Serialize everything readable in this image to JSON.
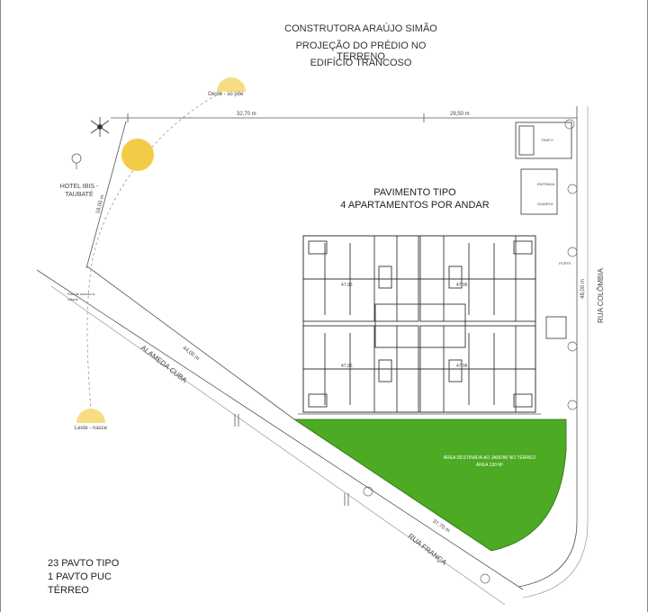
{
  "header": {
    "company": "CONSTRUTORA ARAÚJO SIMÃO",
    "subtitle": "PROJEÇÃO DO PRÉDIO NO TERRENO",
    "building": "EDIFÍCIO TRANCOSO"
  },
  "plan_title": {
    "line1": "PAVIMENTO TIPO",
    "line2": "4 APARTAMENTOS POR ANDAR"
  },
  "sun": {
    "west": "Oeste - so pôe",
    "east": "Leste - nasce",
    "sun_color": "#f2cc47",
    "sun_pale": "#f6dc82"
  },
  "landmarks": {
    "hotel": "HOTEL IBIS - TAUBATÉ",
    "ref_note": "Rua de acesso à cidade"
  },
  "dimensions": {
    "top_left": "32,70 m",
    "top_right": "29,50 m",
    "left_side": "18,00 m",
    "diagonal": "44,00 m",
    "right_side": "48,00 m",
    "bottom": "37,70 m"
  },
  "streets": {
    "alameda": "ALAMEDA CUBA",
    "colombia": "RUA COLÔMBIA",
    "franca": "RUA FRANÇA"
  },
  "green_area": {
    "label": "ÁREA DESTINADA AO JARDIM NO TÉRREO",
    "area": "ÁREA 130 M²",
    "color": "#4caa23"
  },
  "floors": {
    "typical": "23 PAVTO TIPO",
    "puc": "1 PAVTO PUC",
    "ground": "TÉRREO"
  },
  "side_blocks": {
    "trafo": "TRAFO",
    "entrada": "ENTRADA",
    "guarita": "GUARITA",
    "porte": "PORTE"
  },
  "units": [
    "47,96",
    "47,96",
    "47,96",
    "47,96"
  ]
}
